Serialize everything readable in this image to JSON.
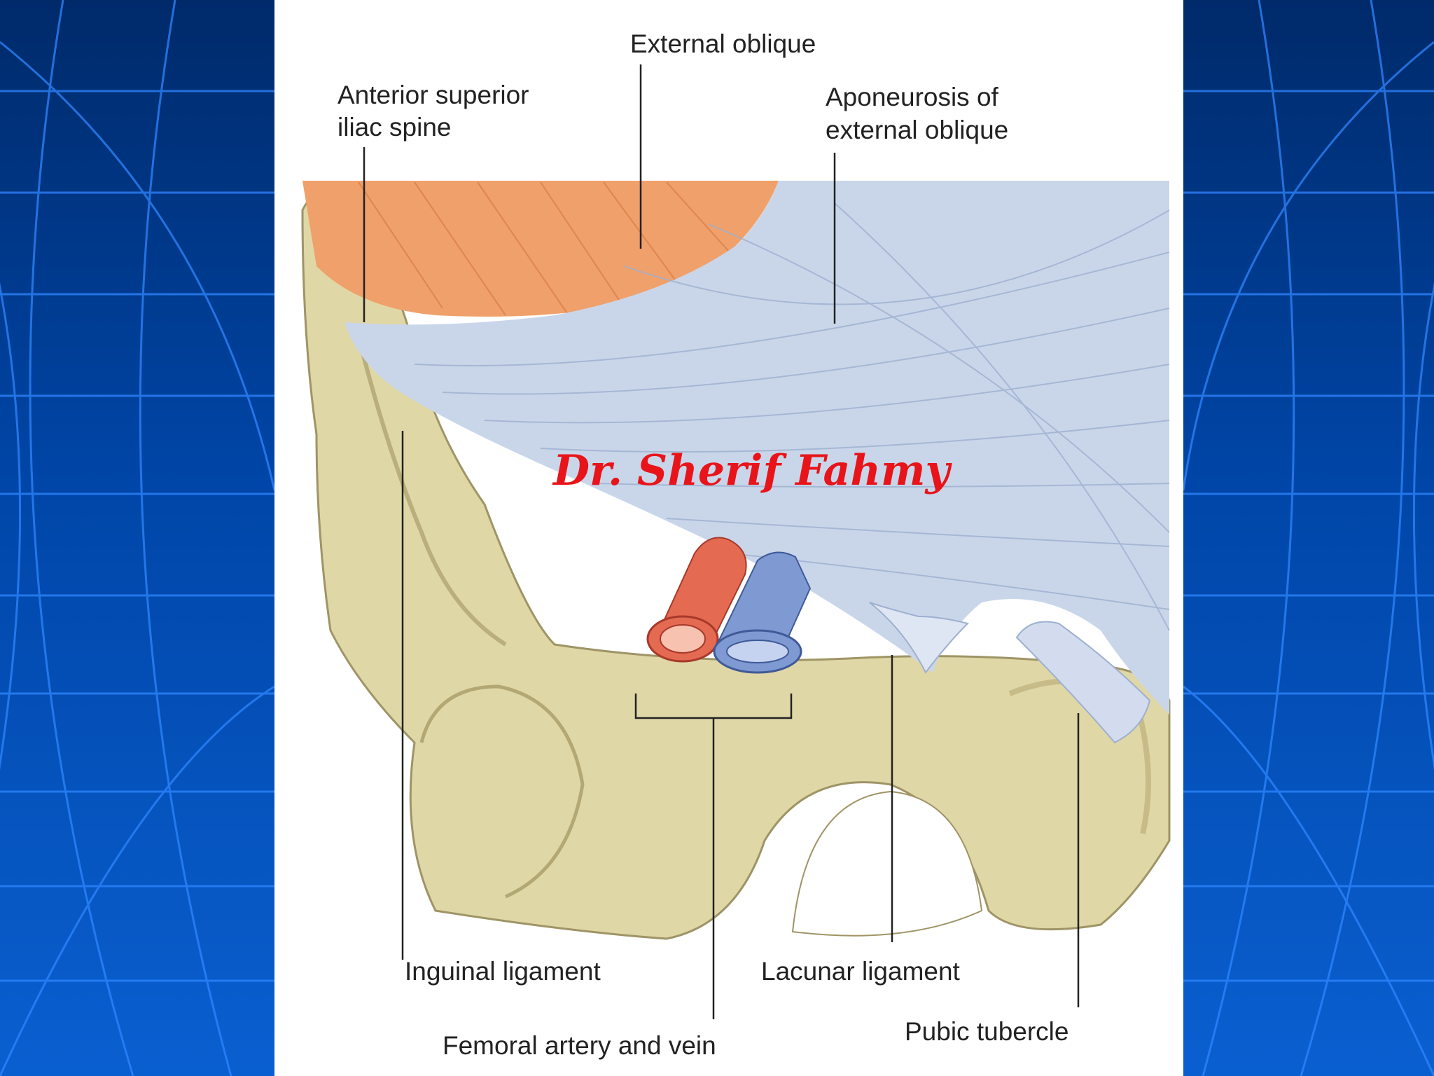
{
  "colors": {
    "background": "#0046a8",
    "grid_lines": "#2f86ff",
    "panel": "#ffffff",
    "muscle": "#f0a06a",
    "aponeurosis": "#c9d6ea",
    "bone": "#e0d7a7",
    "artery": "#e56a52",
    "vein": "#7f99d2",
    "watermark": "#e8141a"
  },
  "labels": {
    "external_oblique": "External oblique",
    "anterior_superior_iliac_spine": [
      "Anterior superior",
      "iliac spine"
    ],
    "aponeurosis": [
      "Aponeurosis of",
      "external oblique"
    ],
    "inguinal_ligament": "Inguinal ligament",
    "lacunar_ligament": "Lacunar ligament",
    "femoral_vessels": "Femoral artery and vein",
    "pubic_tubercle": "Pubic tubercle"
  },
  "watermark": "Dr. Sherif Fahmy"
}
